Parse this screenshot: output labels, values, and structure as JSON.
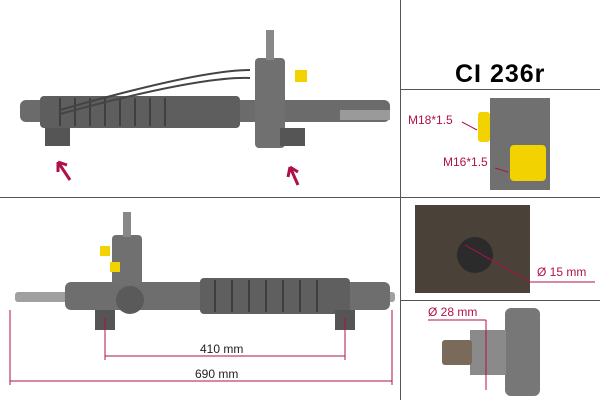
{
  "product_code": "CI 236r",
  "thread_labels": {
    "upper": "M18*1.5",
    "lower": "M16*1.5"
  },
  "hole_diameter": "Ø 15 mm",
  "shaft_diameter": "Ø 28 mm",
  "dimensions": {
    "inner": "410 mm",
    "overall": "690 mm"
  },
  "colors": {
    "accent": "#b0104a",
    "metal": "#6b6b6b",
    "cap": "#f2d200"
  }
}
